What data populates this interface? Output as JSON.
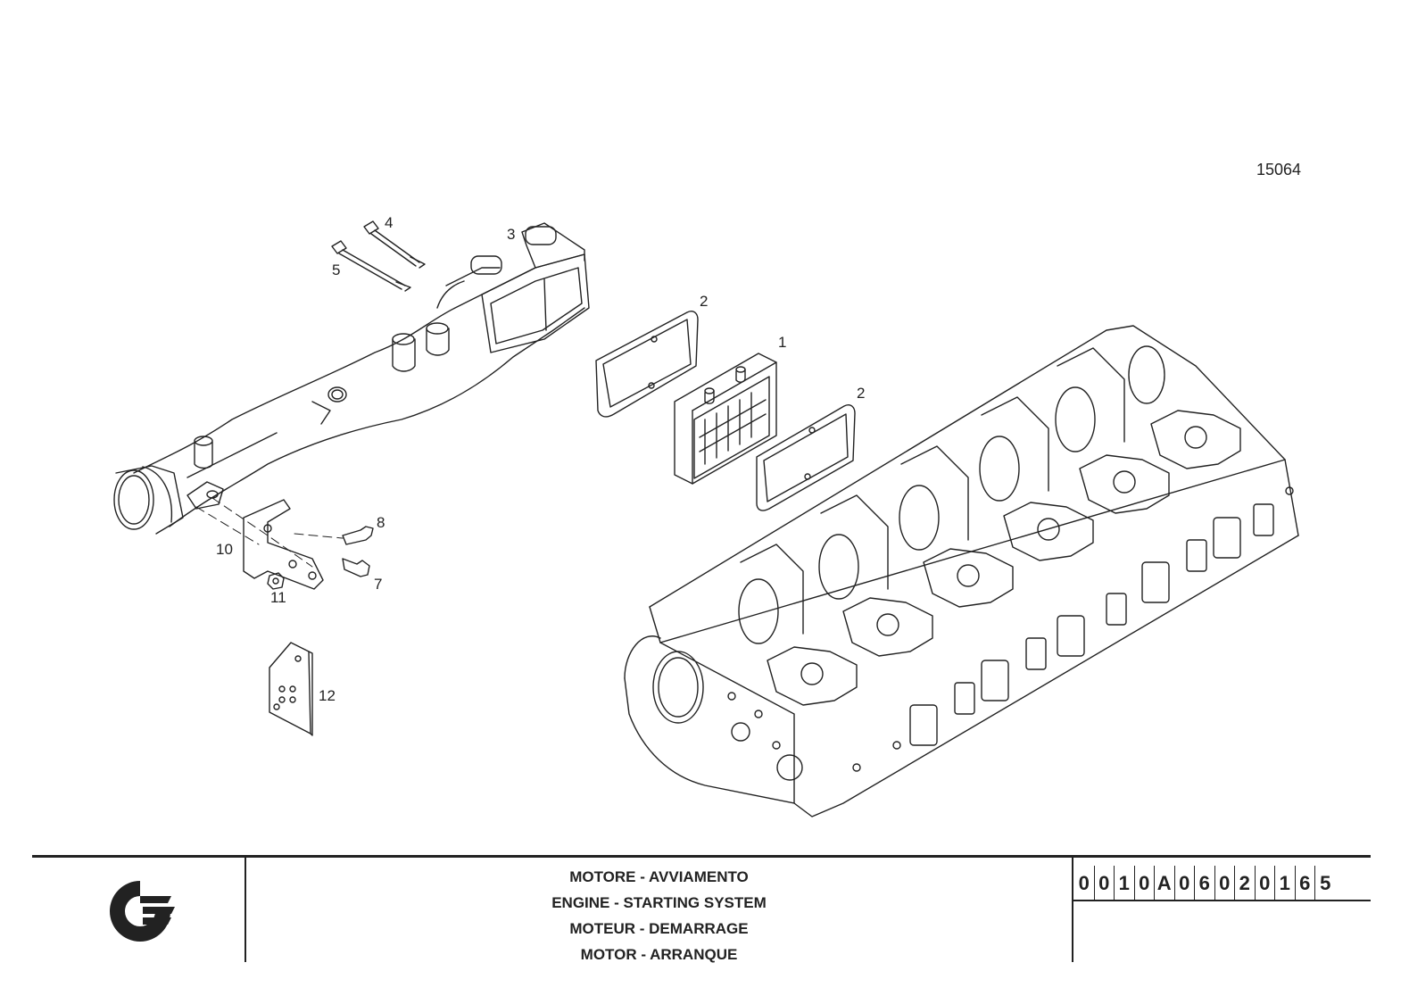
{
  "figure_number": "15064",
  "callouts": [
    {
      "id": "c1",
      "label": "1"
    },
    {
      "id": "c2a",
      "label": "2"
    },
    {
      "id": "c2b",
      "label": "2"
    },
    {
      "id": "c3",
      "label": "3"
    },
    {
      "id": "c4",
      "label": "4"
    },
    {
      "id": "c5",
      "label": "5"
    },
    {
      "id": "c7",
      "label": "7"
    },
    {
      "id": "c8",
      "label": "8"
    },
    {
      "id": "c10",
      "label": "10"
    },
    {
      "id": "c11",
      "label": "11"
    },
    {
      "id": "c12",
      "label": "12"
    }
  ],
  "title_block": {
    "titles": [
      "MOTORE - AVVIAMENTO",
      "ENGINE - STARTING SYSTEM",
      "MOTEUR - DEMARRAGE",
      "MOTOR - ARRANQUE"
    ],
    "code": "0010A06020165",
    "logo_icon": "company-logo-icon"
  },
  "colors": {
    "line": "#222222",
    "paper": "#ffffff"
  }
}
